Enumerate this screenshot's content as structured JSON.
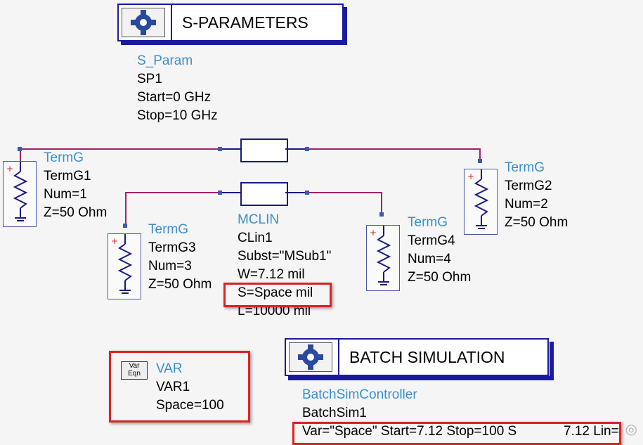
{
  "sparam": {
    "header": "S-PARAMETERS",
    "lines": [
      "S_Param",
      "SP1",
      "Start=0 GHz",
      "Stop=10 GHz"
    ]
  },
  "term1": [
    "TermG",
    "TermG1",
    "Num=1",
    "Z=50 Ohm"
  ],
  "term2": [
    "TermG",
    "TermG2",
    "Num=2",
    "Z=50 Ohm"
  ],
  "term3": [
    "TermG",
    "TermG3",
    "Num=3",
    "Z=50 Ohm"
  ],
  "term4": [
    "TermG",
    "TermG4",
    "Num=4",
    "Z=50 Ohm"
  ],
  "mclin": [
    "MCLIN",
    "CLin1",
    "Subst=\"MSub1\"",
    "W=7.12 mil",
    "S=Space mil",
    "L=10000 mil"
  ],
  "var": {
    "button_top": "Var",
    "button_bottom": "Eqn",
    "lines": [
      "VAR",
      "VAR1",
      "Space=100"
    ]
  },
  "batch": {
    "header": "BATCH SIMULATION",
    "lines": [
      "BatchSimController",
      "BatchSim1",
      "Var=\"Space\" Start=7.12 Stop=100 S",
      "7.12 Lin="
    ]
  },
  "colors": {
    "label_blue": "#3a8fcf",
    "wire": "#a0206a",
    "highlight": "#dd2222",
    "box_border": "#1a1aa0"
  }
}
